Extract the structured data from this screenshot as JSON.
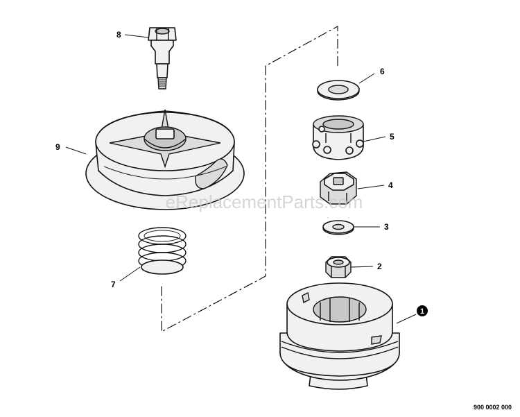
{
  "callouts": {
    "part_1": "1",
    "part_2": "2",
    "part_3": "3",
    "part_4": "4",
    "part_5": "5",
    "part_6": "6",
    "part_7": "7",
    "part_8": "8",
    "part_9": "9"
  },
  "watermark": "eReplacementParts.com",
  "reference_code": "900 0002 000"
}
